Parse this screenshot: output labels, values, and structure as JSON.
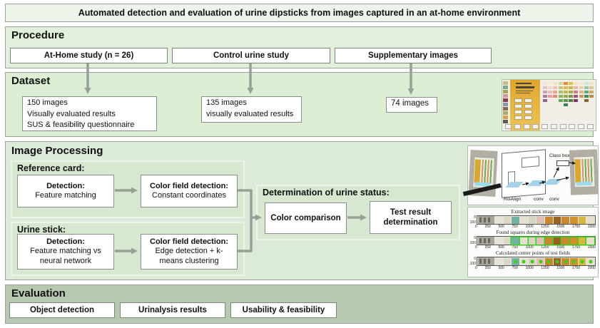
{
  "title": "Automated detection and evaluation of urine dipsticks from images captured in an at-home environment",
  "procedure": {
    "header": "Procedure",
    "boxes": [
      "At-Home study (n = 26)",
      "Control urine study",
      "Supplementary images"
    ]
  },
  "dataset": {
    "header": "Dataset",
    "box1_lines": [
      "150 images",
      "Visually evaluated results",
      "SUS & feasibility questionnaire"
    ],
    "box2_lines": [
      "135 images",
      "visually evaluated results"
    ],
    "box3": "74 images"
  },
  "image_processing": {
    "header": "Image Processing",
    "reference_card": {
      "header": "Reference card:",
      "detection_title": "Detection:",
      "detection_body": "Feature matching",
      "color_field_title": "Color field detection:",
      "color_field_body": "Constant coordinates"
    },
    "urine_stick": {
      "header": "Urine stick:",
      "detection_title": "Detection:",
      "detection_body_line1": "Feature matching vs",
      "detection_body_line2": "neural network",
      "color_field_title": "Color field detection:",
      "color_field_body_line1": "Edge detection + k-",
      "color_field_body_line2": "means clustering"
    },
    "determination": {
      "header": "Determination of urine status:",
      "box1": "Color comparison",
      "box2_line1": "Test result",
      "box2_line2": "determination"
    }
  },
  "nn_diagram": {
    "class_box_label": "Class box",
    "labels": [
      "RoiAlign",
      "conv",
      "conv"
    ]
  },
  "strip_plots": {
    "plots": [
      {
        "title": "Extracted stick image",
        "overlay": "none"
      },
      {
        "title": "Found squares during edge detection",
        "overlay": "squares"
      },
      {
        "title": "Calculated center points of test fields",
        "overlay": "dots"
      }
    ],
    "x_ticks": [
      "0",
      "250",
      "500",
      "750",
      "1000",
      "1250",
      "1500",
      "1750",
      "2000"
    ],
    "y_ticks": [
      "0",
      "100"
    ],
    "field_colors": [
      "#e7e4d7",
      "#dcd8c8",
      "#74b2a6",
      "#e5e1d2",
      "#d9d4c3",
      "#ddc1b5",
      "#c8872e",
      "#9a6125",
      "#c98830",
      "#d28f2e",
      "#d7ba3d",
      "#e7dfcc"
    ],
    "overlay_color": "#3ecc1e"
  },
  "evaluation": {
    "header": "Evaluation",
    "boxes": [
      "Object detection",
      "Urinalysis results",
      "Usability & feasibility"
    ]
  },
  "reference_card_photo": {
    "ce_mark": "CE",
    "dipstick_colors": [
      "#c9b98e",
      "#7aa98f",
      "#a6a65a",
      "#d89a9e",
      "#8d3e4d",
      "#8a9aa8",
      "#8a6a4a",
      "#a8a868",
      "#d8a048",
      "#5a5a52"
    ],
    "columns": [
      [
        "#efe8d8",
        "#e3c9c6",
        "#c9a3b4",
        "#a87d9e",
        "#8f6490"
      ],
      [
        "#f2ecd9",
        "#efd7d2",
        "#eab9bb",
        "#e49ba4"
      ],
      [
        "#f0dfc5",
        "#edc4a8",
        "#e7a687",
        "#df8a69"
      ],
      [
        "#d9d98e",
        "#c2cd7c",
        "#a8bf6d",
        "#8cb25f",
        "#6aa455"
      ],
      [
        "#e2883f",
        "#ddb84a",
        "#c6bb4b",
        "#93a94c",
        "#5f9450",
        "#3b7f55"
      ],
      [
        "#e3c04a",
        "#c9b848",
        "#a3aa47",
        "#7a9a45",
        "#557f3d"
      ],
      [
        "#f0e3c3",
        "#e8b9ae",
        "#cc7f8e",
        "#a25672",
        "#7c3a5e"
      ],
      [
        "#f1e9cf",
        "#e9d3a4",
        "#dcb67c",
        "#cb9a5e"
      ],
      [
        "#cfe3d3",
        "#93c4ad",
        "#5daa83",
        "#3d8f62",
        "#7c6a3a"
      ],
      [
        "#ece3c6",
        "#dcc793",
        "#c9a968",
        "#b08c4b"
      ]
    ]
  },
  "theme": {
    "arrow_gray": "#98a096",
    "section_border": "#99a199",
    "overlay_green": "#3ecc1e"
  }
}
